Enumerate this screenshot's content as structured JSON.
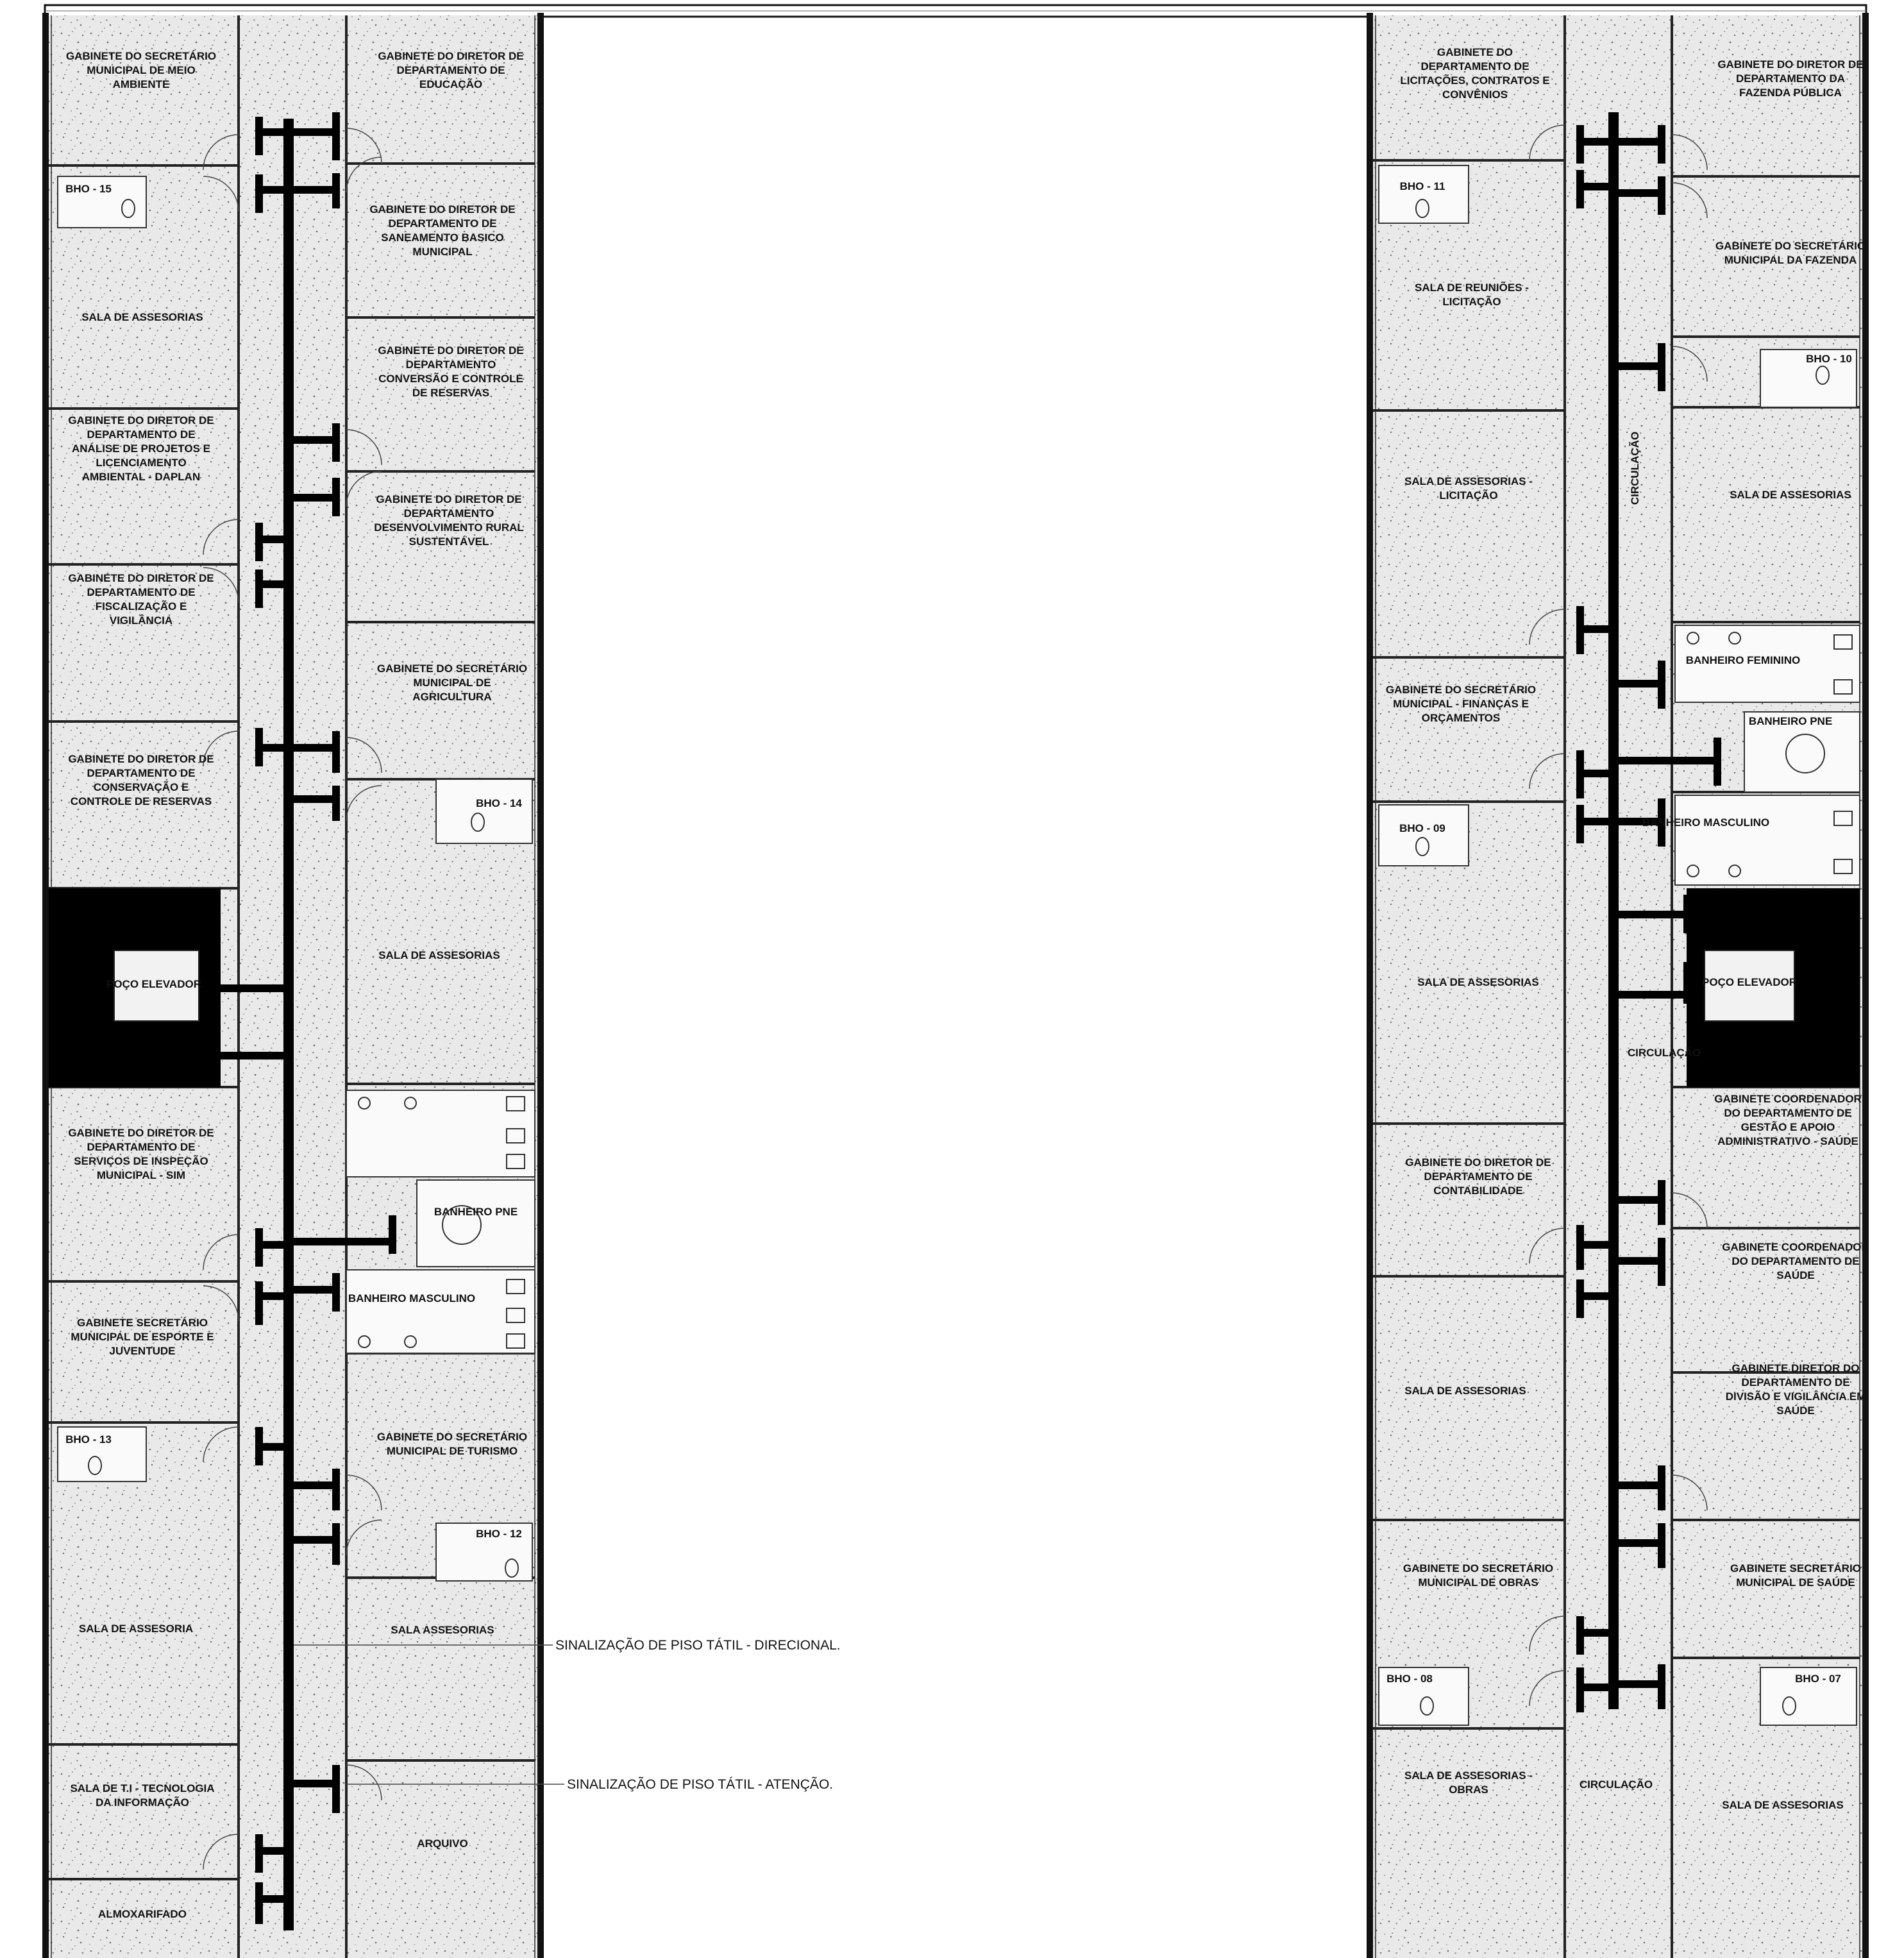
{
  "title": "",
  "rooms": [
    {
      "id": "l-gab-sec-meio-ambiente",
      "lines": [
        "GABINETE DO SECRETÁRIO",
        "MUNICIPAL DE MEIO",
        "AMBIENTE"
      ]
    },
    {
      "id": "l-gab-dir-educacao",
      "lines": [
        "GABINETE DO DIRETOR DE",
        "DEPARTAMENTO DE",
        "EDUCAÇÃO"
      ]
    },
    {
      "id": "l-bho-15",
      "lines": [
        "BHO - 15"
      ]
    },
    {
      "id": "l-gab-dir-saneamento",
      "lines": [
        "GABINETE DO DIRETOR DE",
        "DEPARTAMENTO DE",
        "SANEAMENTO BASICO",
        "MUNICIPAL"
      ]
    },
    {
      "id": "l-sala-assessorias-1",
      "lines": [
        "SALA DE ASSESORIAS"
      ]
    },
    {
      "id": "l-gab-dir-conversao",
      "lines": [
        "GABINETE DO DIRETOR DE",
        "DEPARTAMENTO",
        "CONVERSÃO E CONTROLE",
        "DE RESERVAS"
      ]
    },
    {
      "id": "l-gab-dir-analise-projetos",
      "lines": [
        "GABINETE DO DIRETOR DE",
        "DEPARTAMENTO DE",
        "ANÁLISE DE PROJETOS E",
        "LICENCIAMENTO",
        "AMBIENTAL - DAPLAN"
      ]
    },
    {
      "id": "l-gab-dir-desenvolvimento-rural",
      "lines": [
        "GABINETE DO DIRETOR DE",
        "DEPARTAMENTO",
        "DESENVOLVIMENTO RURAL",
        "SUSTENTÁVEL"
      ]
    },
    {
      "id": "l-gab-dir-fiscalizacao",
      "lines": [
        "GABINETE DO DIRETOR DE",
        "DEPARTAMENTO DE",
        "FISCALIZAÇÃO E",
        "VIGILÂNCIA"
      ]
    },
    {
      "id": "l-gab-sec-agricultura",
      "lines": [
        "GABINETE DO SECRETÁRIO",
        "MUNICIPAL DE",
        "AGRICULTURA"
      ]
    },
    {
      "id": "l-gab-dir-conservacao",
      "lines": [
        "GABINETE DO DIRETOR DE",
        "DEPARTAMENTO DE",
        "CONSERVAÇÃO E",
        "CONTROLE DE RESERVAS"
      ]
    },
    {
      "id": "l-bho-14",
      "lines": [
        "BHO - 14"
      ]
    },
    {
      "id": "l-poco-elevador",
      "lines": [
        "POÇO ELEVADOR"
      ]
    },
    {
      "id": "l-sala-assessorias-2",
      "lines": [
        "SALA DE ASSESORIAS"
      ]
    },
    {
      "id": "l-gab-dir-sim",
      "lines": [
        "GABINETE DO DIRETOR DE",
        "DEPARTAMENTO DE",
        "SERVIÇOS DE INSPEÇÃO",
        "MUNICIPAL - SIM"
      ]
    },
    {
      "id": "l-banheiro-pne",
      "lines": [
        "BANHEIRO PNE"
      ]
    },
    {
      "id": "l-banheiro-masculino",
      "lines": [
        "BANHEIRO MASCULINO"
      ]
    },
    {
      "id": "l-gab-sec-esporte",
      "lines": [
        "GABINETE SECRETÁRIO",
        "MUNICIPAL DE ESPORTE E",
        "JUVENTUDE"
      ]
    },
    {
      "id": "l-bho-13",
      "lines": [
        "BHO - 13"
      ]
    },
    {
      "id": "l-gab-sec-turismo",
      "lines": [
        "GABINETE DO SECRETÁRIO",
        "MUNICIPAL DE TURISMO"
      ]
    },
    {
      "id": "l-bho-12",
      "lines": [
        "BHO - 12"
      ]
    },
    {
      "id": "l-sala-assessoria",
      "lines": [
        "SALA DE ASSESORIA"
      ]
    },
    {
      "id": "l-sala-assessorias-3",
      "lines": [
        "SALA ASSESORIAS"
      ]
    },
    {
      "id": "l-sala-ti",
      "lines": [
        "SALA DE T.I - TECNOLOGIA",
        "DA INFORMAÇÃO"
      ]
    },
    {
      "id": "l-arquivo",
      "lines": [
        "ARQUIVO"
      ]
    },
    {
      "id": "l-almoxarifado",
      "lines": [
        "ALMOXARIFADO"
      ]
    },
    {
      "id": "r-gab-dir-licitacoes",
      "lines": [
        "GABINETE DO",
        "DEPARTAMENTO DE",
        "LICITAÇÕES, CONTRATOS E",
        "CONVÊNIOS"
      ]
    },
    {
      "id": "r-gab-dir-fazenda-publica",
      "lines": [
        "GABINETE DO DIRETOR DE",
        "DEPARTAMENTO DA",
        "FAZENDA PÚBLICA"
      ]
    },
    {
      "id": "r-bho-11",
      "lines": [
        "BHO - 11"
      ]
    },
    {
      "id": "r-gab-sec-fazenda",
      "lines": [
        "GABINETE DO SECRETÁRIO",
        "MUNICIPAL DA FAZENDA"
      ]
    },
    {
      "id": "r-sala-reunioes",
      "lines": [
        "SALA DE REUNIÕES -",
        "LICITAÇÃO"
      ]
    },
    {
      "id": "r-bho-10",
      "lines": [
        "BHO - 10"
      ]
    },
    {
      "id": "r-sala-assessorias-licitacao",
      "lines": [
        "SALA DE ASSESORIAS -",
        "LICITAÇÃO"
      ]
    },
    {
      "id": "r-circulacao-1",
      "lines": [
        "CIRCULAÇÃO"
      ]
    },
    {
      "id": "r-sala-assessorias-1",
      "lines": [
        "SALA DE ASSESORIAS"
      ]
    },
    {
      "id": "r-banheiro-feminino",
      "lines": [
        "BANHEIRO FEMININO"
      ]
    },
    {
      "id": "r-gab-sec-financas",
      "lines": [
        "GABINETE DO SECRETÁRIO",
        "MUNICIPAL - FINANÇAS E",
        "ORÇAMENTOS"
      ]
    },
    {
      "id": "r-banheiro-pne",
      "lines": [
        "BANHEIRO PNE"
      ]
    },
    {
      "id": "r-banheiro-masculino",
      "lines": [
        "BANHEIRO MASCULINO"
      ]
    },
    {
      "id": "r-bho-09",
      "lines": [
        "BHO - 09"
      ]
    },
    {
      "id": "r-sala-assessorias-2",
      "lines": [
        "SALA DE ASSESORIAS"
      ]
    },
    {
      "id": "r-poco-elevador",
      "lines": [
        "POÇO ELEVADOR"
      ]
    },
    {
      "id": "r-circulacao-2",
      "lines": [
        "CIRCULAÇÃO"
      ]
    },
    {
      "id": "r-gab-coord-gestao",
      "lines": [
        "GABINETE COORDENADOR",
        "DO DEPARTAMENTO DE",
        "GESTÃO E APOIO",
        "ADMINISTRATIVO - SAÚDE"
      ]
    },
    {
      "id": "r-gab-dir-contabilidade",
      "lines": [
        "GABINETE DO DIRETOR DE",
        "DEPARTAMENTO DE",
        "CONTABILIDADE"
      ]
    },
    {
      "id": "r-gab-coord-saude",
      "lines": [
        "GABINETE COORDENADOR",
        "DO DEPARTAMENTO DE",
        "SAÚDE"
      ]
    },
    {
      "id": "r-sala-assessorias-3",
      "lines": [
        "SALA DE ASSESORIAS"
      ]
    },
    {
      "id": "r-gab-dir-vigilancia-saude",
      "lines": [
        "GABINETE DIRETOR DO",
        "DEPARTAMENTO DE",
        "DIVISÃO E VIGILÂNCIA EM",
        "SAÚDE"
      ]
    },
    {
      "id": "r-gab-sec-obras",
      "lines": [
        "GABINETE DO SECRETÁRIO",
        "MUNICIPAL DE OBRAS"
      ]
    },
    {
      "id": "r-gab-sec-saude",
      "lines": [
        "GABINETE SECRETÁRIO",
        "MUNICIPAL DE SAÚDE"
      ]
    },
    {
      "id": "r-bho-08",
      "lines": [
        "BHO - 08"
      ]
    },
    {
      "id": "r-bho-07",
      "lines": [
        "BHO - 07"
      ]
    },
    {
      "id": "r-sala-assessorias-obras",
      "lines": [
        "SALA DE ASSESORIAS -",
        "OBRAS"
      ]
    },
    {
      "id": "r-circulacao-3",
      "lines": [
        "CIRCULAÇÃO"
      ]
    },
    {
      "id": "r-sala-assessorias-4",
      "lines": [
        "SALA DE ASSESORIAS"
      ]
    }
  ],
  "annotations": {
    "directional": "SINALIZAÇÃO DE PISO TÁTIL - DIRECIONAL.",
    "attention": "SINALIZAÇÃO DE PISO TÁTIL - ATENÇÃO."
  },
  "colors": {
    "wall": "#111111",
    "floor": "#e9e9e9",
    "speckle": "#6f6f6f",
    "tactile": "#000000",
    "line": "#222222"
  }
}
